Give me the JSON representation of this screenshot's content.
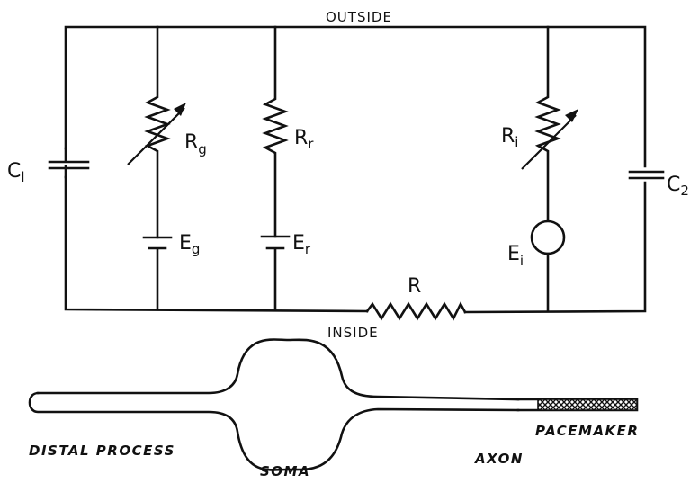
{
  "circuit": {
    "outside_label": "OUTSIDE",
    "inside_label": "INSIDE",
    "c1": {
      "main": "C",
      "sub": "l"
    },
    "c2": {
      "main": "C",
      "sub": "2"
    },
    "rg": {
      "main": "R",
      "sub": "g"
    },
    "rr": {
      "main": "R",
      "sub": "r"
    },
    "ri": {
      "main": "R",
      "sub": "i"
    },
    "eg": {
      "main": "E",
      "sub": "g"
    },
    "er": {
      "main": "E",
      "sub": "r"
    },
    "ei": {
      "main": "E",
      "sub": "i"
    },
    "r": "R"
  },
  "neuron": {
    "distal_process": "DISTAL PROCESS",
    "soma": "SOMA",
    "axon": "AXON",
    "pacemaker": "PACEMAKER"
  }
}
